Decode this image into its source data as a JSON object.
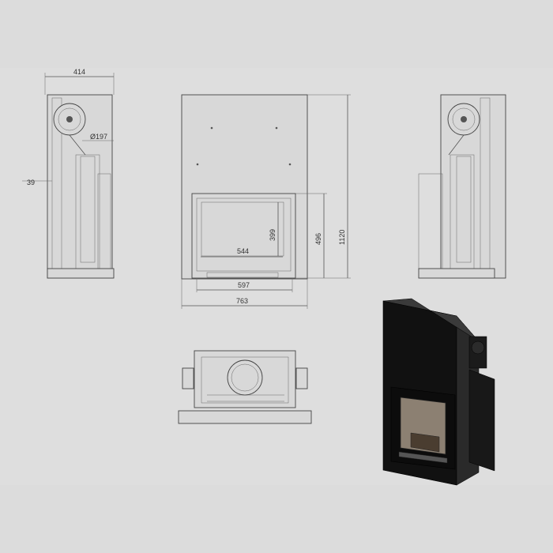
{
  "dimensions": {
    "side_width": "414",
    "pipe_diameter": "Ø197",
    "side_offset": "39",
    "front_opening_width": "544",
    "front_opening_height": "399",
    "front_glass_height": "496",
    "front_total_height": "1120",
    "front_frame_width": "597",
    "front_total_width": "763"
  },
  "colors": {
    "background_band": "#dedede",
    "outer": "#ffffff",
    "line": "#555555",
    "render_body": "#111111"
  }
}
